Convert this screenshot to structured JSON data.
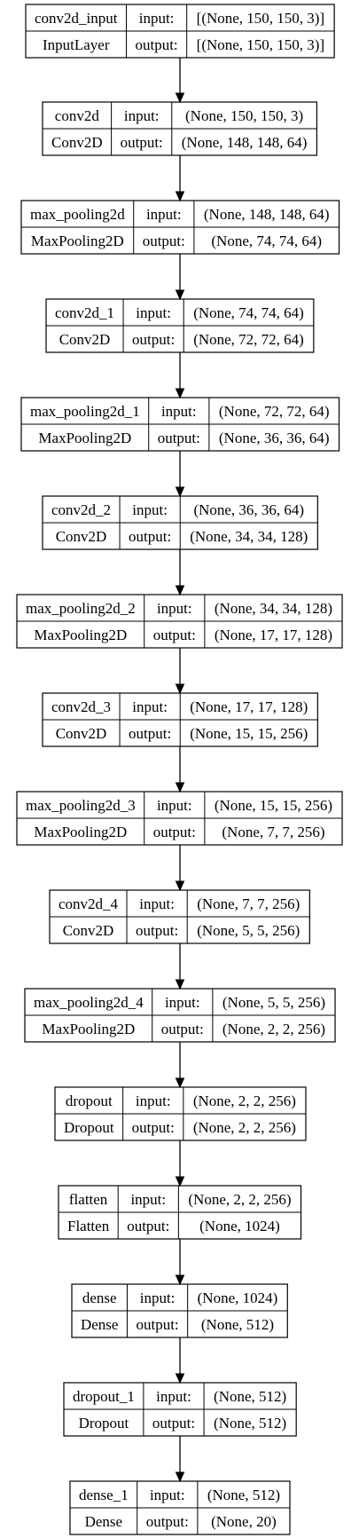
{
  "input_label": "input:",
  "output_label": "output:",
  "layers": [
    {
      "name": "conv2d_input",
      "type": "InputLayer",
      "input": "[(None, 150, 150, 3)]",
      "output": "[(None, 150, 150, 3)]"
    },
    {
      "name": "conv2d",
      "type": "Conv2D",
      "input": "(None, 150, 150, 3)",
      "output": "(None, 148, 148, 64)"
    },
    {
      "name": "max_pooling2d",
      "type": "MaxPooling2D",
      "input": "(None, 148, 148, 64)",
      "output": "(None, 74, 74, 64)"
    },
    {
      "name": "conv2d_1",
      "type": "Conv2D",
      "input": "(None, 74, 74, 64)",
      "output": "(None, 72, 72, 64)"
    },
    {
      "name": "max_pooling2d_1",
      "type": "MaxPooling2D",
      "input": "(None, 72, 72, 64)",
      "output": "(None, 36, 36, 64)"
    },
    {
      "name": "conv2d_2",
      "type": "Conv2D",
      "input": "(None, 36, 36, 64)",
      "output": "(None, 34, 34, 128)"
    },
    {
      "name": "max_pooling2d_2",
      "type": "MaxPooling2D",
      "input": "(None, 34, 34, 128)",
      "output": "(None, 17, 17, 128)"
    },
    {
      "name": "conv2d_3",
      "type": "Conv2D",
      "input": "(None, 17, 17, 128)",
      "output": "(None, 15, 15, 256)"
    },
    {
      "name": "max_pooling2d_3",
      "type": "MaxPooling2D",
      "input": "(None, 15, 15, 256)",
      "output": "(None, 7, 7, 256)"
    },
    {
      "name": "conv2d_4",
      "type": "Conv2D",
      "input": "(None, 7, 7, 256)",
      "output": "(None, 5, 5, 256)"
    },
    {
      "name": "max_pooling2d_4",
      "type": "MaxPooling2D",
      "input": "(None, 5, 5, 256)",
      "output": "(None, 2, 2, 256)"
    },
    {
      "name": "dropout",
      "type": "Dropout",
      "input": "(None, 2, 2, 256)",
      "output": "(None, 2, 2, 256)"
    },
    {
      "name": "flatten",
      "type": "Flatten",
      "input": "(None, 2, 2, 256)",
      "output": "(None, 1024)"
    },
    {
      "name": "dense",
      "type": "Dense",
      "input": "(None, 1024)",
      "output": "(None, 512)"
    },
    {
      "name": "dropout_1",
      "type": "Dropout",
      "input": "(None, 512)",
      "output": "(None, 512)"
    },
    {
      "name": "dense_1",
      "type": "Dense",
      "input": "(None, 512)",
      "output": "(None, 20)"
    }
  ]
}
